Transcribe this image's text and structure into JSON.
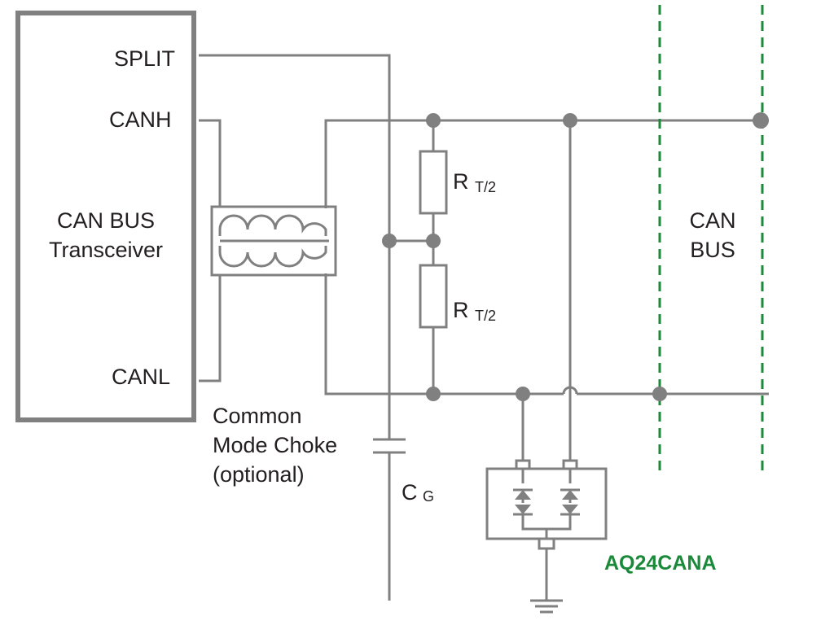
{
  "transceiver": {
    "line1": "CAN BUS",
    "line2": "Transceiver"
  },
  "pins": {
    "split": "SPLIT",
    "canh": "CANH",
    "canl": "CANL"
  },
  "choke": {
    "line1": "Common",
    "line2": "Mode Choke",
    "line3": "(optional)"
  },
  "resistor_top": {
    "symbol": "R",
    "subscript": "T/2"
  },
  "resistor_bottom": {
    "symbol": "R",
    "subscript": "T/2"
  },
  "capacitor": {
    "symbol": "C",
    "subscript": "G"
  },
  "bus": {
    "line1": "CAN",
    "line2": "BUS"
  },
  "tvs": {
    "part_number": "AQ24CANA"
  },
  "colors": {
    "wire": "#808080",
    "bus_boundary": "#1a8a3a",
    "text": "#231f20",
    "part_label": "#1a8a3a"
  }
}
